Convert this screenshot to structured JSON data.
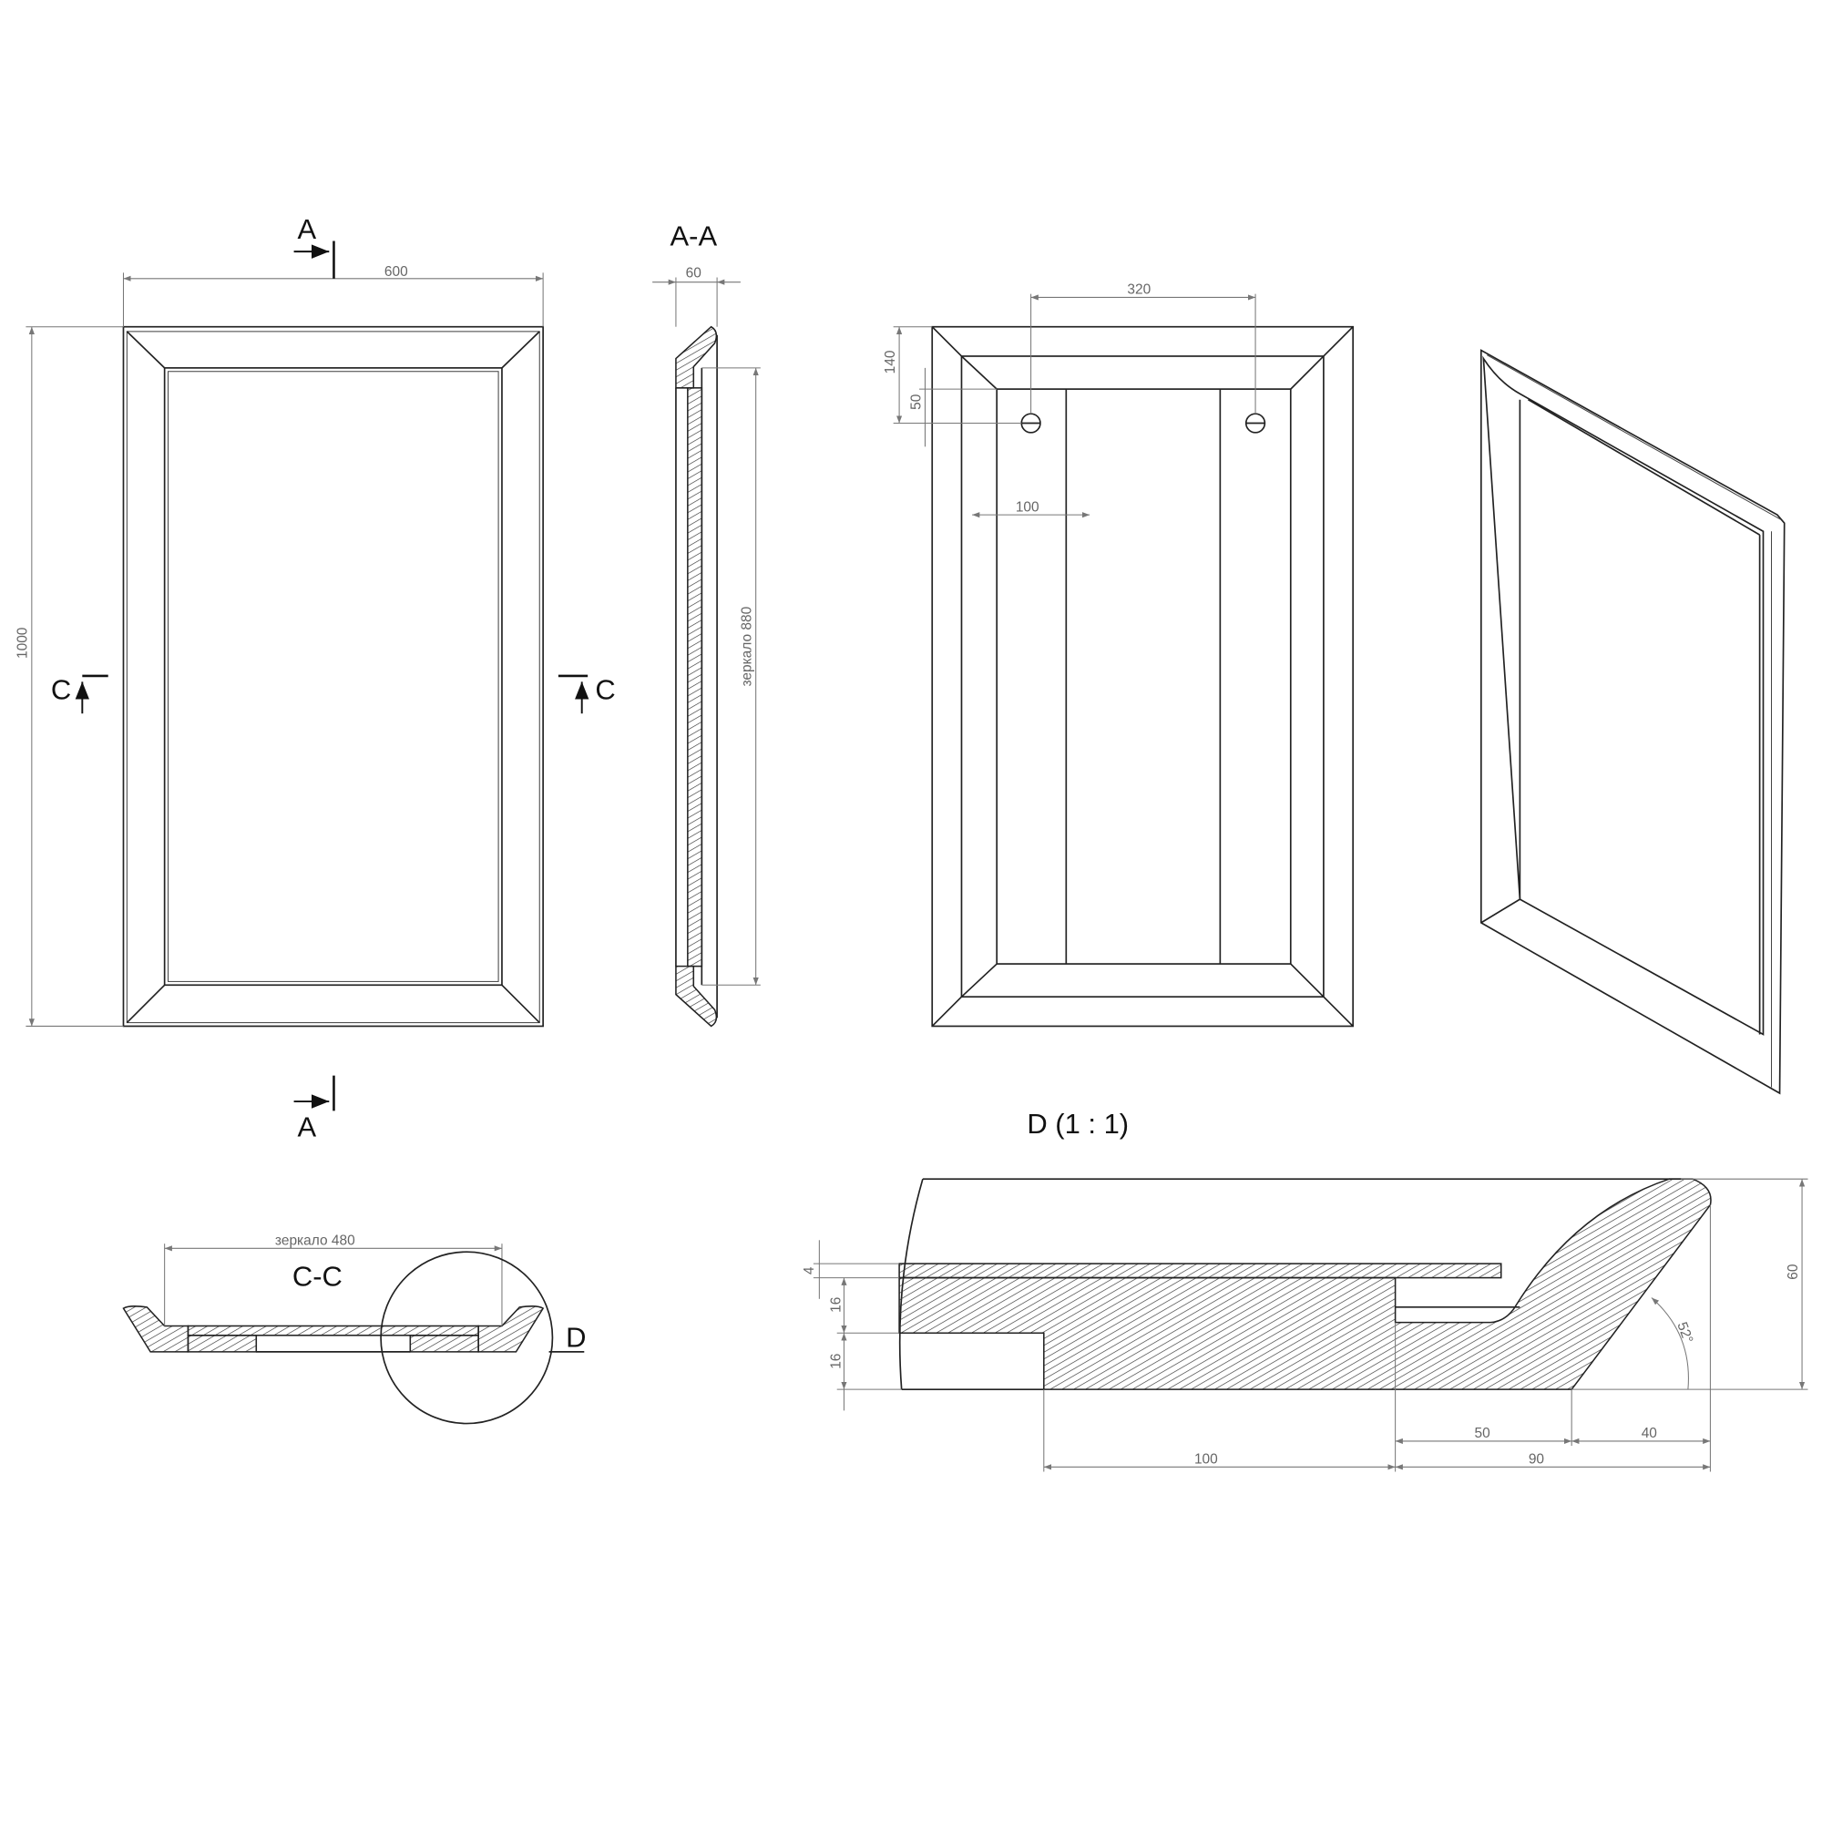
{
  "labels": {
    "section_a_top": "A",
    "section_a_bottom": "A",
    "section_c_left": "C",
    "section_c_right": "C",
    "section_aa_title": "A-A",
    "section_cc_title": "C-C",
    "detail_marker": "D",
    "detail_title": "D (1 : 1)"
  },
  "dimensions": {
    "front_width": "600",
    "front_height": "1000",
    "aa_depth": "60",
    "aa_mirror": "зеркало 880",
    "back_hole_spacing": "320",
    "back_hole_top": "140",
    "back_hole_offset": "50",
    "back_strip": "100",
    "cc_mirror": "зеркало 480",
    "d_glass": "4",
    "d_step1": "16",
    "d_step2": "16",
    "d_height": "60",
    "d_100": "100",
    "d_50": "50",
    "d_40": "40",
    "d_90": "90",
    "d_angle": "52°"
  },
  "colors": {
    "line": "#222222",
    "dimension": "#777777"
  }
}
